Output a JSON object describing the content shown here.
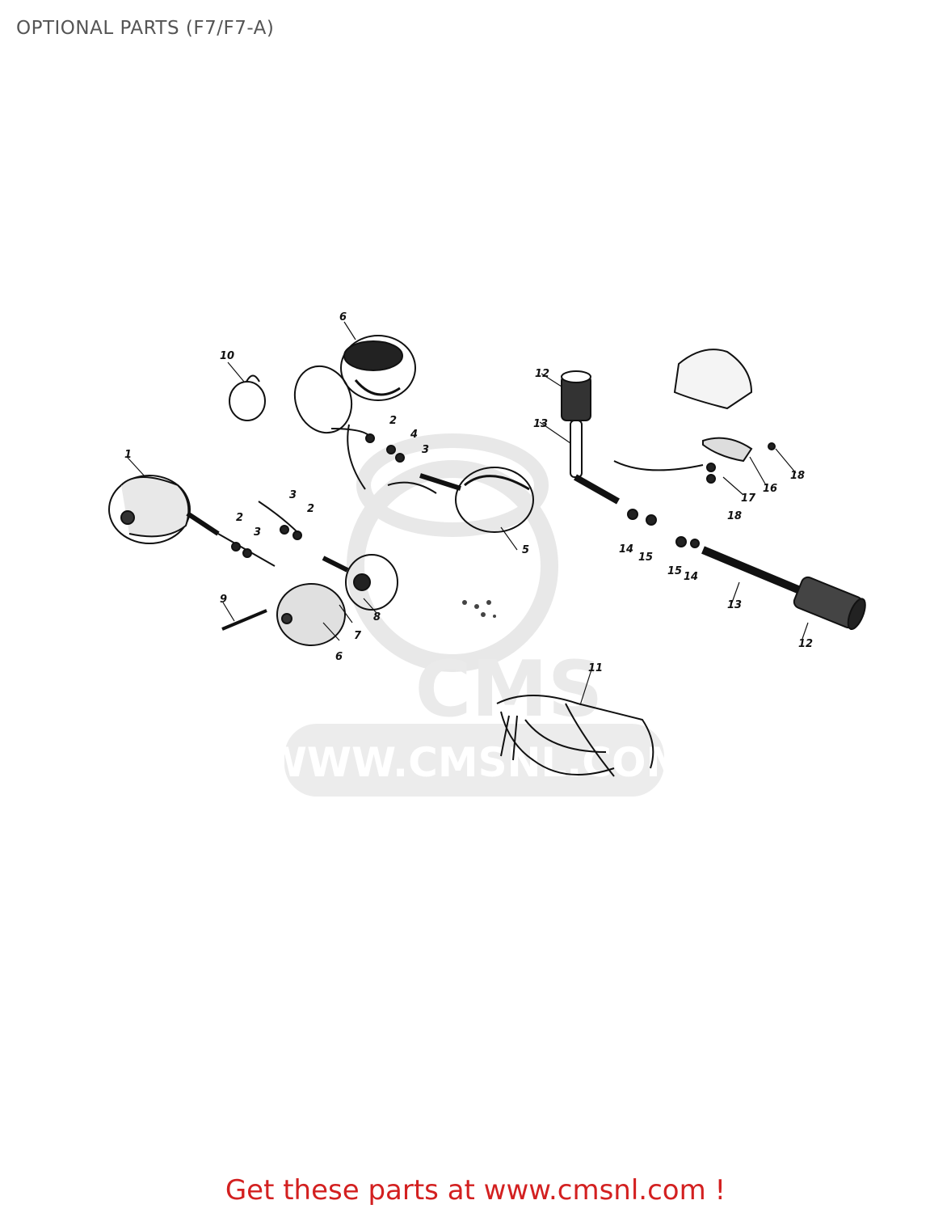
{
  "title": "OPTIONAL PARTS (F7/F7-A)",
  "footer": "Get these parts at www.cmsnl.com !",
  "watermark": {
    "logo_text": "CMS",
    "url_text": "WWW.CMSNL.COM",
    "color": "#e6e6e6"
  },
  "callouts": [
    "1",
    "2",
    "2",
    "2",
    "3",
    "3",
    "3",
    "4",
    "5",
    "6",
    "6",
    "7",
    "8",
    "9",
    "10",
    "11",
    "12",
    "12",
    "13",
    "13",
    "14",
    "14",
    "15",
    "15",
    "16",
    "17",
    "18",
    "18"
  ],
  "colors": {
    "line": "#111111",
    "footer": "#d32020",
    "title": "#555555"
  }
}
